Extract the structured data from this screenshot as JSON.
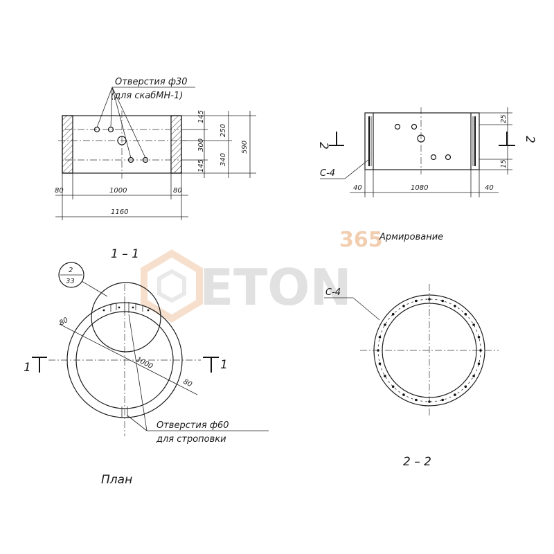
{
  "watermark": {
    "number": "365",
    "brand": "ETON",
    "accent_color": "#f0c6a4",
    "gray_color": "#d8d8d8"
  },
  "front_view": {
    "holes_label_line1": "Отверстия ф30",
    "holes_label_line2": "(для скабМН-1)",
    "dim_145_top": "145",
    "dim_250": "250",
    "dim_590": "590",
    "dim_300": "300",
    "dim_340": "340",
    "dim_145_bot": "145",
    "dim_80_left": "80",
    "dim_1000": "1000",
    "dim_80_right": "80",
    "dim_1160": "1160"
  },
  "reinforcement_view": {
    "section_left": "2",
    "section_right": "2",
    "dim_25": "25",
    "dim_15": "15",
    "rebar_label": "С-4",
    "dim_40_left": "40",
    "dim_1080": "1080",
    "dim_40_right": "40",
    "title": "Армирование"
  },
  "plan_view": {
    "section_title": "1 – 1",
    "callout_top": "2",
    "callout_bottom": "33",
    "dim_80_a": "80",
    "dim_1000": "1000",
    "dim_80_b": "80",
    "section_left": "1",
    "section_right": "1",
    "lift_label_line1": "Отверстия ф60",
    "lift_label_line2": "для строповки",
    "title": "План"
  },
  "section_view": {
    "rebar_label": "С-4",
    "title": "2 – 2"
  }
}
